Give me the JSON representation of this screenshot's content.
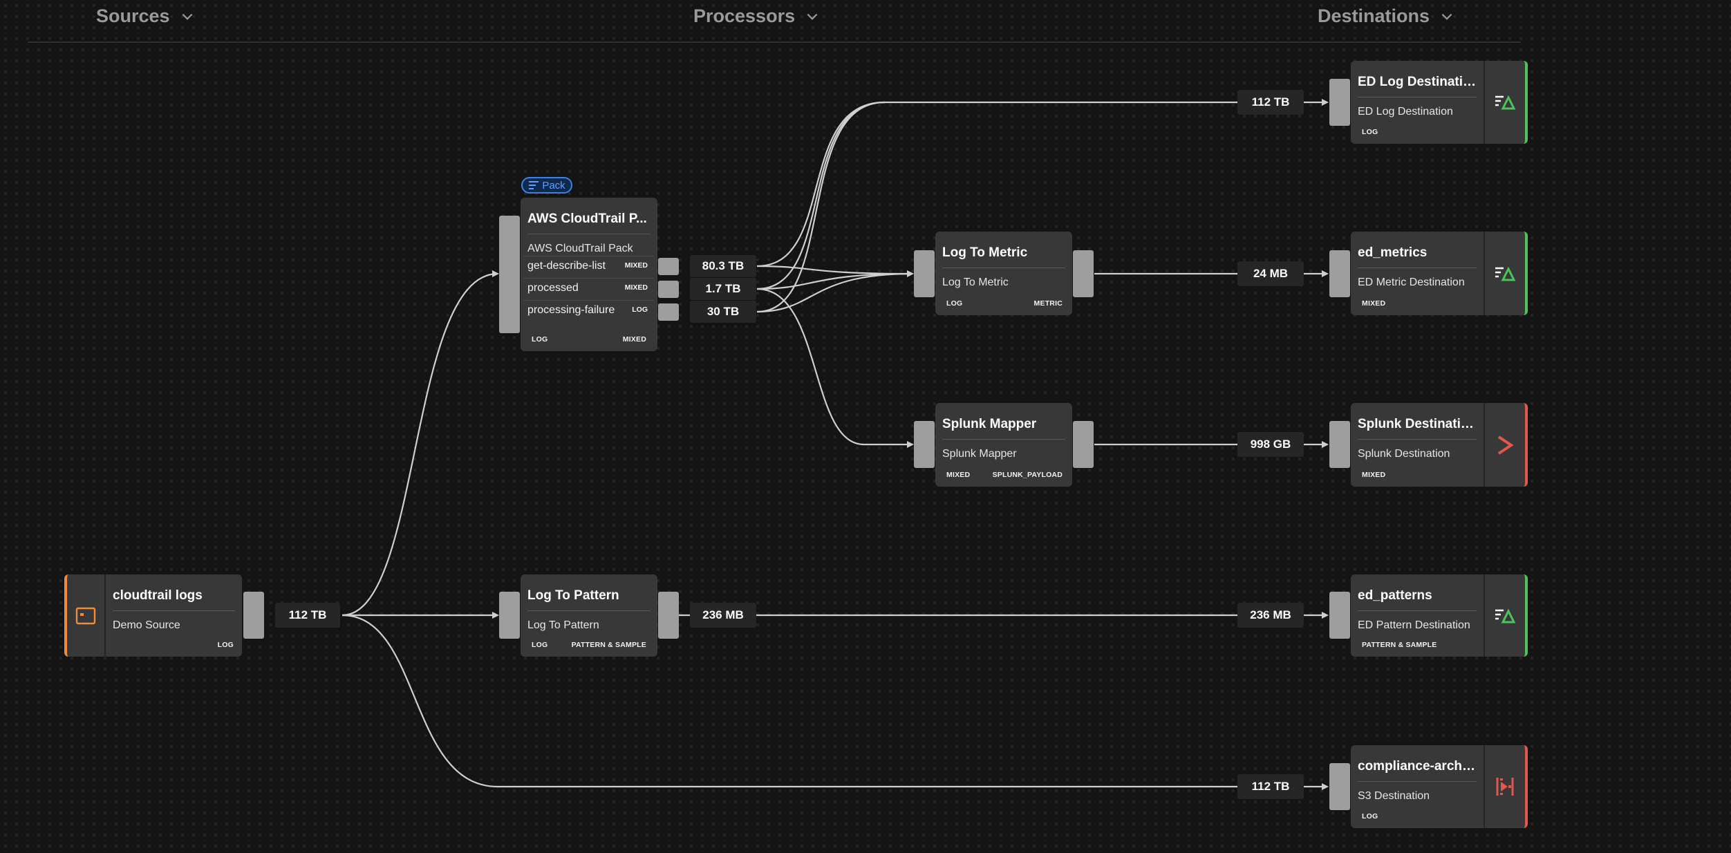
{
  "headers": {
    "sources": "Sources",
    "processors": "Processors",
    "destinations": "Destinations"
  },
  "colors": {
    "green_accent": "#4cc45b",
    "red_accent": "#e5574b",
    "orange_accent": "#f08c3a",
    "pack_blue": "#3d82e8"
  },
  "pack": {
    "label": "Pack",
    "icon": "list-icon"
  },
  "source": {
    "title": "cloudtrail logs",
    "subtitle": "Demo Source",
    "out_type": "LOG",
    "icon": "terminal-window-icon",
    "throughput": "112 TB"
  },
  "cloudtrail_pack": {
    "title": "AWS CloudTrail P...",
    "subtitle": "AWS CloudTrail Pack",
    "in_type": "LOG",
    "out_type": "MIXED",
    "outputs": [
      {
        "label": "get-describe-list",
        "type": "MIXED",
        "throughput": "80.3 TB"
      },
      {
        "label": "processed",
        "type": "MIXED",
        "throughput": "1.7 TB"
      },
      {
        "label": "processing-failure",
        "type": "LOG",
        "throughput": "30 TB"
      }
    ]
  },
  "log_to_metric": {
    "title": "Log To Metric",
    "subtitle": "Log To Metric",
    "in_type": "LOG",
    "out_type": "METRIC"
  },
  "splunk_mapper": {
    "title": "Splunk Mapper",
    "subtitle": "Splunk Mapper",
    "in_type": "MIXED",
    "out_type": "SPLUNK_PAYLOAD"
  },
  "log_to_pattern": {
    "title": "Log To Pattern",
    "subtitle": "Log To Pattern",
    "in_type": "LOG",
    "out_type": "PATTERN & SAMPLE",
    "throughput": "236 MB"
  },
  "destinations": {
    "ed_log": {
      "title": "ED Log Destination",
      "subtitle": "ED Log Destination",
      "type": "LOG",
      "throughput": "112 TB",
      "icon": "edge-delta-logo-icon"
    },
    "ed_metrics": {
      "title": "ed_metrics",
      "subtitle": "ED Metric Destination",
      "type": "MIXED",
      "throughput": "24 MB",
      "icon": "edge-delta-logo-icon"
    },
    "splunk": {
      "title": "Splunk Destination",
      "subtitle": "Splunk Destination",
      "type": "MIXED",
      "throughput": "998 GB",
      "icon": "splunk-chevron-icon"
    },
    "ed_patterns": {
      "title": "ed_patterns",
      "subtitle": "ED Pattern Destination",
      "type": "PATTERN & SAMPLE",
      "throughput": "236 MB",
      "icon": "edge-delta-logo-icon"
    },
    "compliance": {
      "title": "compliance-archi...",
      "subtitle": "S3 Destination",
      "type": "LOG",
      "throughput": "112 TB",
      "icon": "s3-bucket-icon"
    }
  }
}
